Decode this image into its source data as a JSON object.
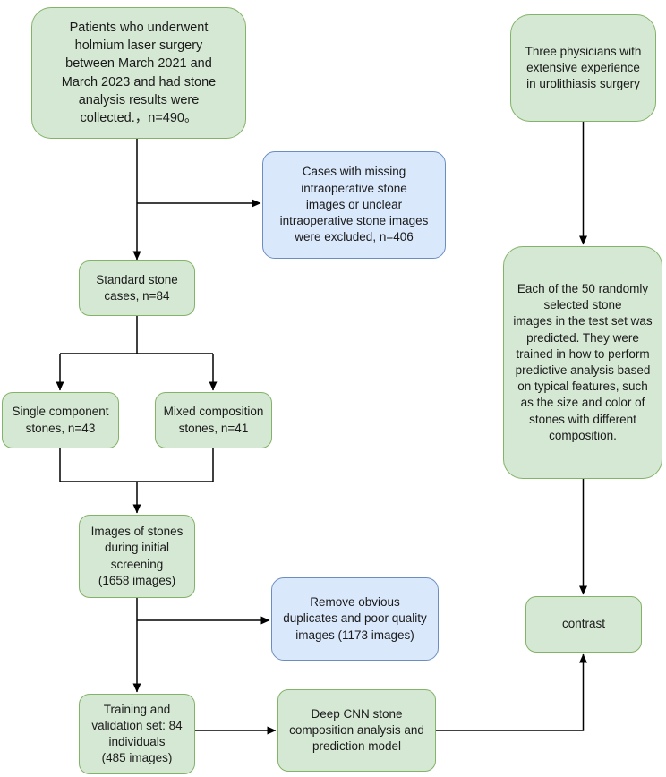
{
  "colors": {
    "green_fill": "#d5e8d4",
    "green_border": "#82b366",
    "blue_fill": "#dae8fc",
    "blue_border": "#6c8ebf",
    "line": "#000000",
    "text": "#1a1a1a",
    "background": "#ffffff"
  },
  "diagram": {
    "nodes": {
      "patients": {
        "type": "green",
        "text": "Patients who underwent\nholmium laser surgery\nbetween March 2021 and\nMarch 2023 and had stone\nanalysis results were\ncollected.，n=490。"
      },
      "excluded_missing": {
        "type": "blue",
        "text": "Cases with missing\nintraoperative stone\nimages or unclear\nintraoperative stone images\nwere excluded, n=406"
      },
      "standard_cases": {
        "type": "green",
        "text": "Standard stone\ncases, n=84"
      },
      "single_component": {
        "type": "green",
        "text": "Single component\nstones, n=43"
      },
      "mixed_composition": {
        "type": "green",
        "text": "Mixed composition\nstones, n=41"
      },
      "initial_screening": {
        "type": "green",
        "text": "Images of stones\nduring initial\nscreening\n(1658 images)"
      },
      "remove_duplicates": {
        "type": "blue",
        "text": "Remove obvious\nduplicates and poor quality\nimages (1173 images)"
      },
      "training_set": {
        "type": "green",
        "text": "Training and\nvalidation set: 84\nindividuals\n(485 images)"
      },
      "deep_cnn": {
        "type": "green",
        "text": "Deep CNN stone\ncomposition analysis and\nprediction model"
      },
      "physicians": {
        "type": "green",
        "text": "Three physicians with\nextensive experience\nin urolithiasis surgery"
      },
      "physician_prediction": {
        "type": "green",
        "text": "Each of the 50 randomly\nselected stone\nimages in the test set was\npredicted. They were\ntrained in how to perform\npredictive analysis based\non typical features, such\nas the size and color of\nstones with different\ncomposition."
      },
      "contrast": {
        "type": "green",
        "text": "contrast"
      }
    }
  }
}
